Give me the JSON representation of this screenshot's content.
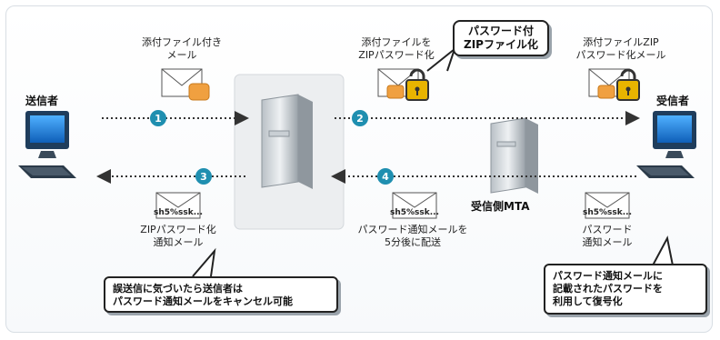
{
  "actors": {
    "sender": "送信者",
    "receiver": "受信者",
    "mta": "受信側MTA"
  },
  "steps": [
    "1",
    "2",
    "3",
    "4"
  ],
  "labels": {
    "attached_mail": "添付ファイル付き\nメール",
    "zip_encrypt": "添付ファイルを\nZIPパスワード化",
    "zip_mail": "添付ファイルZIP\nパスワード化メール",
    "zip_notice": "ZIPパスワード化\n通知メール",
    "delayed_send": "パスワード通知メールを\n5分後に配送",
    "pw_notice": "パスワード\n通知メール"
  },
  "envelope_text": "sh5%ssk...",
  "bubble": "パスワード付\nZIPファイル化",
  "callouts": {
    "cancel": "誤送信に気づいたら送信者は\nパスワード通知メールをキャンセル可能",
    "decrypt": "パスワード通知メールに\n記載されたパスワードを\n利用して復号化"
  },
  "colors": {
    "step": "#1f8fb0",
    "lock": "#e8b400",
    "attachment": "#f0a040",
    "screen": "#1a78d6"
  },
  "icons": [
    "computer-icon",
    "server-icon",
    "envelope-icon",
    "lock-icon"
  ]
}
